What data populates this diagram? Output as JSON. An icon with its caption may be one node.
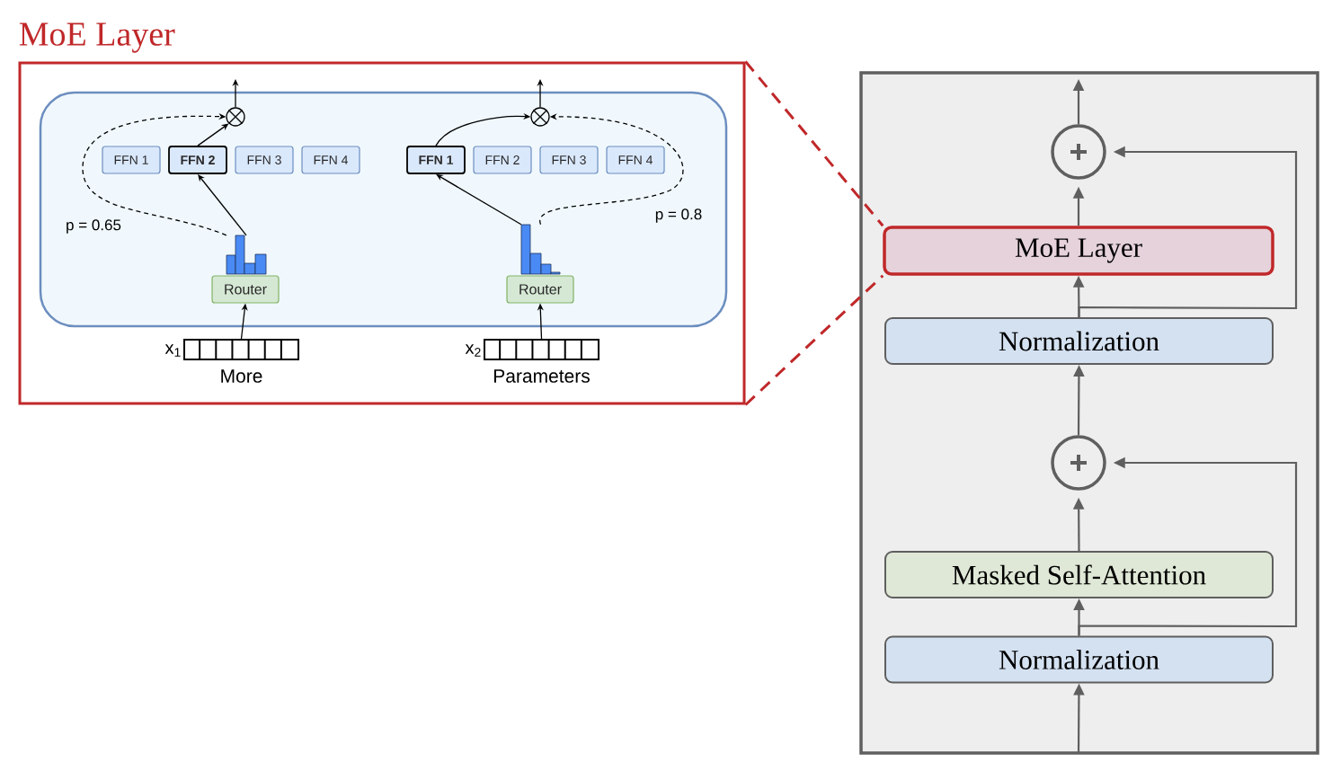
{
  "diagram": {
    "nodes": [
      {
        "text": [
          "MoE Layer"
        ]
      },
      {
        "text": [],
        "shape": "box",
        "in": 0
      },
      {
        "text": [],
        "shape": "circle",
        "in": 1
      },
      {
        "text": [
          "FFN 1"
        ],
        "in": 1
      },
      {
        "text": [
          "FFN 2"
        ],
        "in": 1
      },
      {
        "text": [
          "FFN 3"
        ],
        "in": 1
      },
      {
        "text": [
          "FFN 4"
        ],
        "in": 1
      },
      {
        "text": [],
        "shape": "bar",
        "in": 1
      },
      {
        "text": [
          "Router"
        ],
        "in": 1
      },
      {
        "text": [],
        "shape": "box",
        "in": 0,
        "beside": [
          "x$_{1}$",
          "More"
        ]
      },
      {
        "text": [],
        "shape": "circle",
        "in": 1
      },
      {
        "text": [
          "FFN 1"
        ],
        "in": 1
      },
      {
        "text": [
          "FFN 2"
        ],
        "in": 1
      },
      {
        "text": [
          "FFN 3"
        ],
        "in": 1
      },
      {
        "text": [
          "FFN 4"
        ],
        "in": 1
      },
      {
        "text": [],
        "shape": "bar",
        "in": 1
      },
      {
        "text": [
          "Router"
        ],
        "in": 1
      },
      {
        "text": [],
        "shape": "box",
        "in": 0,
        "beside": [
          "x$_{2}$",
          "Parameters"
        ]
      },
      {
        "text": [],
        "shape": "box"
      },
      {
        "text": [],
        "shape": "circle",
        "in": 18
      },
      {
        "text": [
          "MoE Layer"
        ],
        "in": 18
      },
      {
        "text": [
          "Normalization"
        ],
        "in": 18
      },
      {
        "text": [],
        "shape": "circle",
        "in": 18
      },
      {
        "text": [
          "Masked Self-Attention"
        ],
        "in": 18
      },
      {
        "text": [
          "Normalization"
        ],
        "in": 18
      }
    ],
    "edges": [
      {
        "from": 9,
        "to": 8,
        "arrow": "to"
      },
      {
        "from": 7,
        "to": 4,
        "arrow": "to"
      },
      {
        "from": 4,
        "to": 2,
        "arrow": "to"
      },
      {
        "from": 7,
        "to": 2,
        "arrow": "to",
        "style": "dashed"
      },
      {
        "from": 2,
        "to": null,
        "arrow": "to"
      },
      {
        "from": 17,
        "to": 16,
        "arrow": "to"
      },
      {
        "from": 15,
        "to": 11,
        "arrow": "to"
      },
      {
        "from": 11,
        "to": 10,
        "arrow": "to"
      },
      {
        "from": 15,
        "to": 10,
        "arrow": "to",
        "style": "dashed"
      },
      {
        "from": 10,
        "to": null,
        "arrow": "to"
      },
      {
        "from": null,
        "to": 24,
        "arrow": "to",
        "color": "#5f5f5f"
      },
      {
        "from": 24,
        "to": 23,
        "arrow": "to",
        "color": "#5f5f5f"
      },
      {
        "from": 24,
        "to": 22,
        "arrow": "to",
        "color": "#5f5f5f"
      },
      {
        "from": 23,
        "to": 22,
        "arrow": "to",
        "color": "#5f5f5f"
      },
      {
        "from": 22,
        "to": 21,
        "arrow": "to",
        "color": "#5f5f5f"
      },
      {
        "from": 21,
        "to": 20,
        "arrow": "to",
        "color": "#5f5f5f"
      },
      {
        "from": 21,
        "to": 19,
        "arrow": "to",
        "color": "#5f5f5f"
      },
      {
        "from": 20,
        "to": 19,
        "arrow": "to",
        "color": "#5f5f5f"
      },
      {
        "from": 19,
        "to": null,
        "arrow": "to",
        "color": "#5f5f5f"
      },
      {
        "from": 0,
        "to": 20,
        "arrow": "none",
        "style": "dashed",
        "color": "#c0282a"
      },
      {
        "from": 0,
        "to": 20,
        "arrow": "none",
        "style": "dashed",
        "color": "#c0282a"
      }
    ],
    "labels": [
      "p = 0.65",
      "p = 0.8"
    ]
  }
}
